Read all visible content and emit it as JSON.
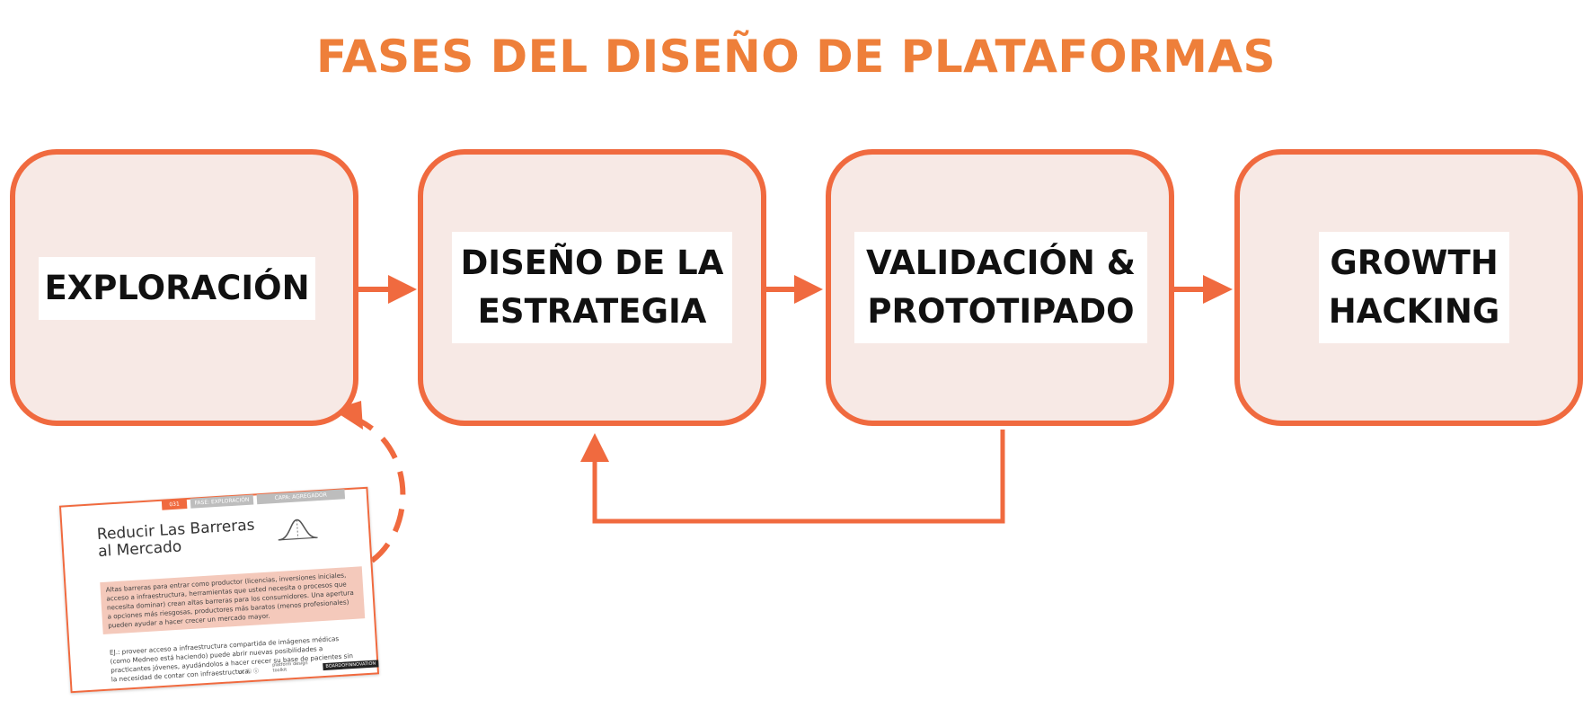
{
  "title": "FASES DEL DISEÑO DE PLATAFORMAS",
  "phases": [
    {
      "label": "EXPLORACIÓN"
    },
    {
      "label": "DISEÑO DE LA\nESTRATEGIA"
    },
    {
      "label": "VALIDACIÓN &\nPROTOTIPADO"
    },
    {
      "label": "GROWTH\nHACKING"
    }
  ],
  "card": {
    "tag_number": "031",
    "tag_phase": "FASE: EXPLORACIÓN",
    "tag_role": "CAPA: AGREGADOR",
    "title": "Reducir Las Barreras al Mercado",
    "description": "Altas barreras para entrar como productor (licencias, inversiones iniciales, acceso a infraestructura, herramientas que usted necesita o procesos que necesita dominar) crean altas barreras para los consumidores. Una apertura a opciones más riesgosas, productores más baratos (menos profesionales) pueden ayudar a hacer crecer un mercado mayor.",
    "example": "EJ.: proveer acceso a infraestructura compartida de imágenes médicas (como Medneo está haciendo) puede abrir nuevas posibilidades a practicantes jóvenes, ayudándolos a hacer crecer su base de pacientes sin la necesidad de contar con infraestructura.",
    "footer_license": "cc ⓑ ⓢ",
    "footer_brand": "platform design toolkit",
    "footer_badge": "BOARDOFINNOVATION"
  },
  "colors": {
    "accent": "#f06a3f",
    "title": "#ee7f3a",
    "box_fill": "#f7e9e5",
    "card_desc_fill": "#f4c9bb"
  }
}
